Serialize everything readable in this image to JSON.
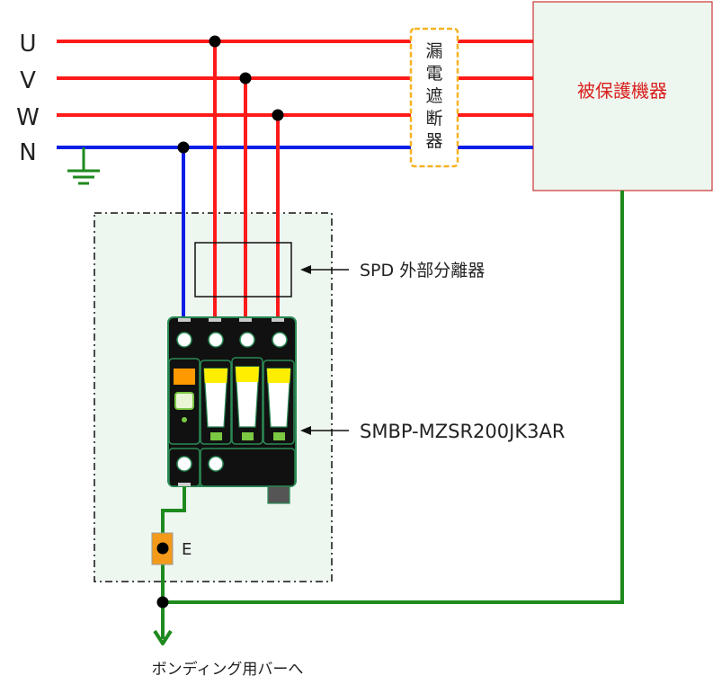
{
  "lines": {
    "u_label": "U",
    "v_label": "V",
    "w_label": "W",
    "n_label": "N"
  },
  "breaker_label": [
    "漏",
    "電",
    "遮",
    "断",
    "器"
  ],
  "protected_equipment_label": "被保護機器",
  "spd_disconnector_label": "SPD 外部分離器",
  "spd_model_label": "SMBP-MZSR200JK3AR",
  "earth_terminal_label": "E",
  "bonding_bar_label": "ボンディング用バーへ",
  "colors": {
    "phase_wire": "#ff1a1a",
    "neutral_wire": "#0a1fe6",
    "earth_wire": "#1e8a1e",
    "breaker_border": "#f5b324",
    "equipment_fill": "#eef7ef",
    "equipment_border": "#cc3333",
    "equipment_text": "#d91e1e",
    "enclosure_fill": "#eef6f0",
    "device_body": "#111111",
    "device_outline": "#2a8a55",
    "indicator_yellow": "#ffee00",
    "indicator_green": "#7bc843",
    "status_orange": "#ff9900",
    "terminal_orange": "#f49a1a"
  }
}
